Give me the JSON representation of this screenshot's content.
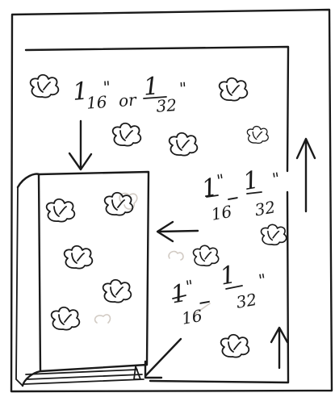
{
  "labels": {
    "spacing_top": {
      "a_num": "1",
      "a_den": "16",
      "mark": "\"",
      "connector": "or",
      "b_num": "1",
      "b_den": "32"
    },
    "spacing_right": {
      "a_num": "1",
      "a_den": "16",
      "mark": "\"",
      "connector": "–",
      "b_num": "1",
      "b_den": "32"
    },
    "spacing_bottom": {
      "a_num": "1",
      "a_den": "16",
      "mark": "\"",
      "connector": "–",
      "b_num": "1",
      "b_den": "32"
    }
  },
  "icons": {
    "outer_frame": "outer-frame-rectangle",
    "inner_frame": "inner-frame-rectangle",
    "book": "open-book-sketch",
    "leaf": "leaf-doodle",
    "arrow": "arrow"
  },
  "colors": {
    "ink": "#1a1a1a",
    "paper": "#ffffff",
    "show_through": "#d2cbc4"
  }
}
